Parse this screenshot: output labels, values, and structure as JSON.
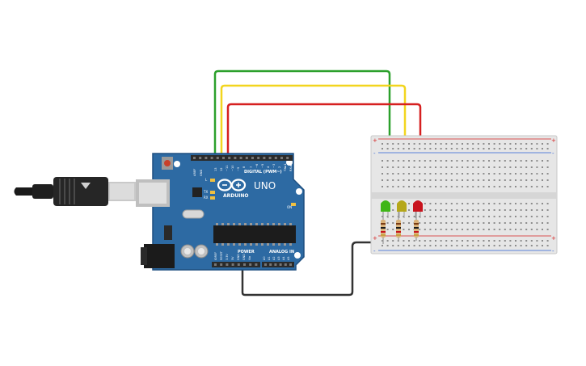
{
  "board": {
    "brand": "ARDUINO",
    "model": "UNO",
    "digital_label": "DIGITAL (PWM~)",
    "power_label": "POWER",
    "analog_label": "ANALOG IN",
    "tx_label": "TX",
    "rx_label": "RX",
    "l_label": "L",
    "on_label": "ON",
    "aref_label": "AREF",
    "gnd_label": "GND",
    "ioref_label": "IOREF",
    "reset_label": "RESET",
    "v33_label": "3.3V",
    "v5_label": "5V",
    "vin_label": "Vin",
    "pin_13": "13",
    "pin_12": "12",
    "pin_11": "~11",
    "pin_10": "~10",
    "pin_9": "~9",
    "pin_8": "8",
    "pin_7": "7",
    "pin_6": "~6",
    "pin_5": "~5",
    "pin_4": "4",
    "pin_3": "~3",
    "pin_2": "2",
    "pin_1": "TX►1",
    "pin_0": "RX◄0",
    "a0": "A0",
    "a1": "A1",
    "a2": "A2",
    "a3": "A3",
    "a4": "A4",
    "a5": "A5"
  },
  "breadboard": {
    "plus": "+",
    "minus": "-"
  },
  "wires": {
    "green": "#2ca02c",
    "yellow": "#f2d51e",
    "red": "#d62020",
    "black": "#333333"
  },
  "leds": {
    "green": "#3fb618",
    "yellow": "#b5a71a",
    "red": "#c8141e"
  },
  "colors": {
    "board": "#2d6aa3",
    "board_edge": "#1e4f80",
    "header": "#2b2b2b",
    "breadboard": "#e6e6e6"
  }
}
